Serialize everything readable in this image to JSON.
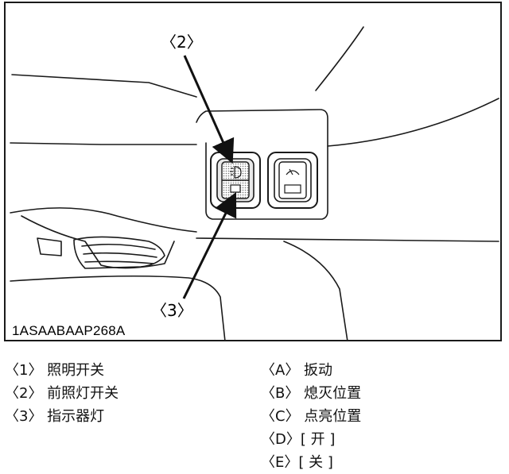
{
  "figure": {
    "figure_id": "1ASAABAAP268A",
    "callouts": {
      "top": "〈2〉",
      "bottom": "〈3〉"
    }
  },
  "legend": {
    "left": [
      "〈1〉 照明开关",
      "〈2〉 前照灯开关",
      "〈3〉 指示器灯"
    ],
    "right": [
      "〈A〉 扳动",
      "〈B〉 熄灭位置",
      "〈C〉 点亮位置",
      "〈D〉[ 开 ]",
      "〈E〉[ 关 ]"
    ]
  },
  "colors": {
    "line": "#1a1a1a",
    "shading": "#9a9a9a",
    "background": "#ffffff"
  },
  "icons": {
    "switch_left": "headlight-switch-icon",
    "switch_right": "wiper-switch-icon"
  }
}
